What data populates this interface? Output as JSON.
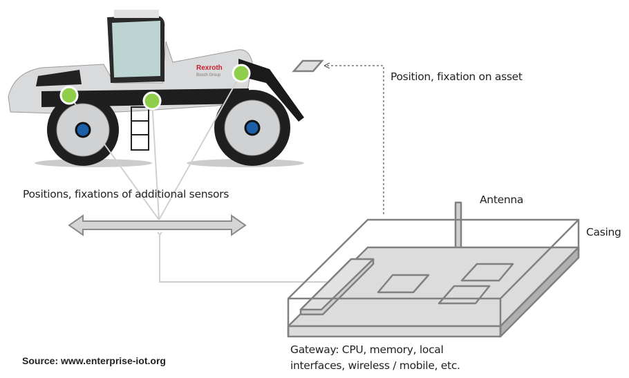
{
  "labels": {
    "asset_position": "Position, fixation on asset",
    "sensor_positions": "Positions, fixations of additional sensors",
    "antenna": "Antenna",
    "casing": "Casing",
    "gateway_line1": "Gateway: CPU, memory, local",
    "gateway_line2": "interfaces, wireless / mobile, etc.",
    "source": "Source: www.enterprise-iot.org"
  },
  "vehicle_logo": {
    "brand": "Rexroth",
    "sub": "Bosch Group"
  },
  "colors": {
    "sensor_dot": "#8fce4a",
    "logo_red": "#c8202f",
    "outline": "#7f7f7f",
    "board": "#dcdcdc"
  }
}
